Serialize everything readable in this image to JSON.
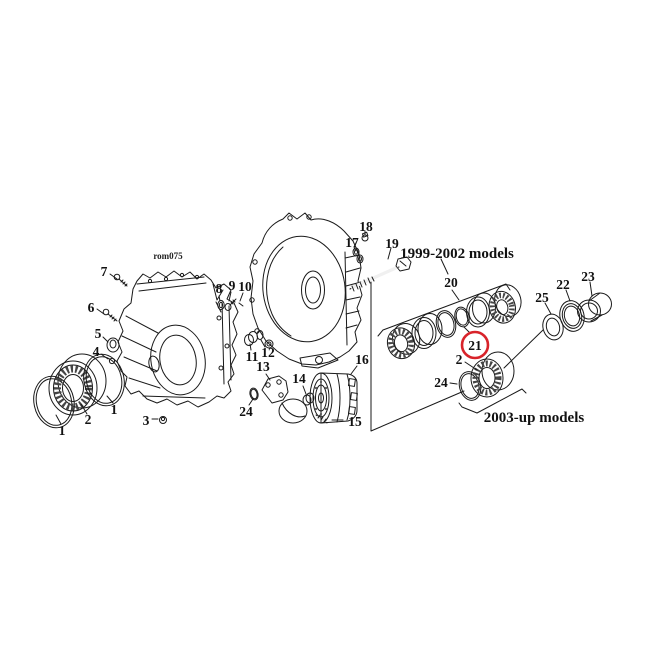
{
  "diagram": {
    "code": "rom075"
  },
  "sections": {
    "models_1999_2002": "1999-2002 models",
    "models_2003_up": "2003-up models"
  },
  "callouts": {
    "n1a": "1",
    "n1b": "1",
    "n2a": "2",
    "n2b": "2",
    "n3": "3",
    "n4": "4",
    "n5": "5",
    "n6": "6",
    "n7": "7",
    "n8": "8",
    "n9": "9",
    "n10": "10",
    "n11": "11",
    "n12": "12",
    "n13": "13",
    "n14": "14",
    "n15": "15",
    "n16": "16",
    "n17": "17",
    "n18": "18",
    "n19": "19",
    "n20": "20",
    "n21": "21",
    "n22": "22",
    "n23": "23",
    "n24a": "24",
    "n24b": "24",
    "n25": "25"
  },
  "highlighted_callout": "21",
  "colors": {
    "highlight": "#d8232a",
    "line": "#1a1a1a"
  }
}
